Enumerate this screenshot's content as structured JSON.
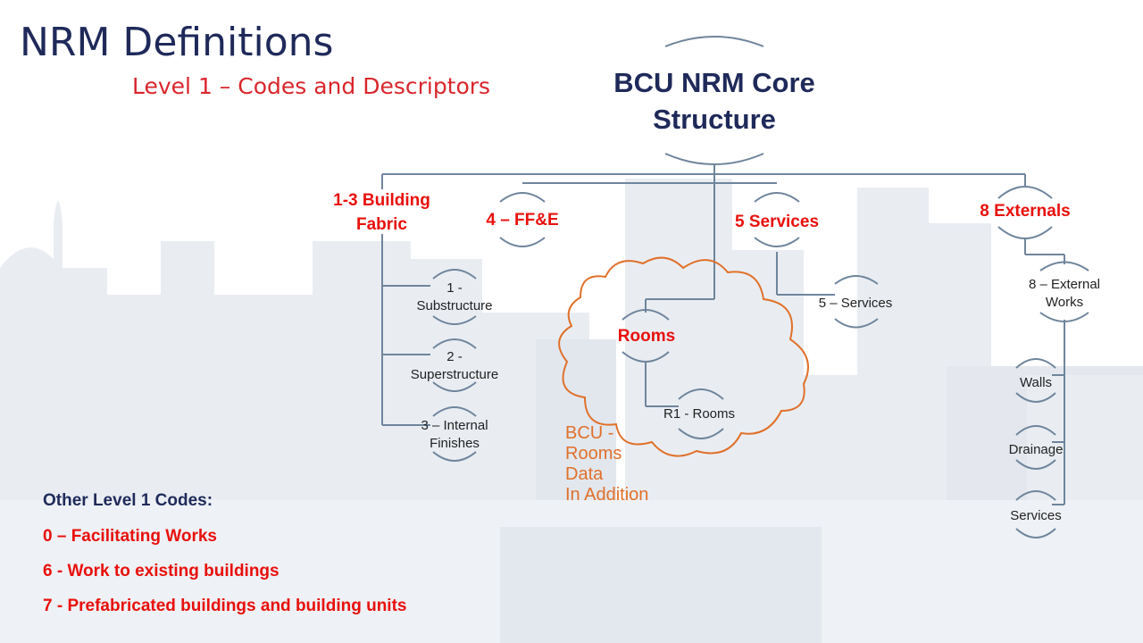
{
  "title": "NRM Definitions",
  "subtitle": "Level 1 – Codes and Descriptors",
  "core": {
    "line1": "BCU NRM Core",
    "line2": "Structure"
  },
  "branches": {
    "building_fabric": {
      "line1": "1-3 Building",
      "line2": "Fabric"
    },
    "ffe": "4 – FF&E",
    "services": "5 Services",
    "externals": "8 Externals",
    "rooms": "Rooms"
  },
  "subitems": {
    "substructure": {
      "line1": "1 -",
      "line2": "Substructure"
    },
    "superstructure": {
      "line1": "2 -",
      "line2": "Superstructure"
    },
    "internal_finishes": {
      "line1": "3 – Internal",
      "line2": "Finishes"
    },
    "services_sub": "5 – Services",
    "rooms_sub": "R1 - Rooms",
    "external_works": {
      "line1": "8 – External",
      "line2": "Works"
    },
    "walls": "Walls",
    "drainage": "Drainage",
    "ext_services": "Services"
  },
  "cloud_note": {
    "l1": "BCU -",
    "l2": "Rooms",
    "l3": "Data",
    "l4": "In Addition"
  },
  "other_codes": {
    "heading": "Other Level 1 Codes:",
    "items": [
      "0 – Facilitating Works",
      "6 - Work to existing buildings",
      "7 - Prefabricated buildings and building units"
    ]
  },
  "colors": {
    "navy": "#1f2a5a",
    "red": "#e8100c",
    "line": "#6f859c",
    "cloud": "#e0702a"
  }
}
